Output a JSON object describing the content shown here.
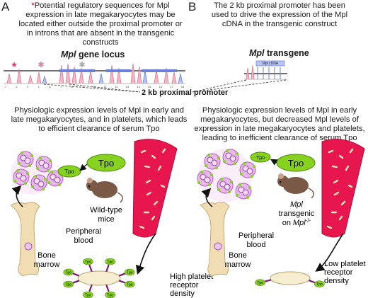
{
  "panel_a": {
    "letter": "A",
    "note_star": "*",
    "note": "Potential regulatory sequences for Mpl expression in late megakaryocytes may be located either outside the proximal promoter or in introns that are absent in the transgenic constructs",
    "locus_title_gene": "Mpl",
    "locus_title_rest": " gene locus",
    "description": "Physiologic expression levels of Mpl in early and late megakaryocytes, and in platelets, which leads to efficient clearance of serum Tpo",
    "tpo_big": "Tpo",
    "tpo_small": "Tpo",
    "mouse_label": "Wild-type mice",
    "blood_label": "Peripheral blood",
    "marrow_label": "Bone marrow",
    "density_label": "High platelet receptor density"
  },
  "panel_b": {
    "letter": "B",
    "note": "The 2 kb proximal promoter has been used to drive the expression of the Mpl cDNA in the transgenic construct",
    "transgene_gene": "Mpl",
    "transgene_rest": " transgene",
    "transgene_inset": "Mpl cDNA",
    "description": "Physiologic expression levels of Mpl in early megakaryocytes, but decreased Mpl levels of expression in late megakaryocytes and platelets, leading to inefficient clearance of serum Tpo",
    "tpo_big": "Tpo",
    "tpo_small": "Tpo",
    "mouse_gene": "Mpl",
    "mouse_label_1": "transgenic",
    "mouse_label_2": "on ",
    "mouse_label_3": "Mpl",
    "mouse_label_sup": "-/-",
    "blood_label": "Peripheral blood",
    "marrow_label": "Bone marrow",
    "density_label": "Low platelet receptor density"
  },
  "promoter_label": "2 kb proximal promoter",
  "platelet_tpo": "Tpo",
  "locus_ticks": [
    "7",
    "2",
    "3",
    "1",
    "6",
    "7",
    "8",
    "9",
    "10",
    "11",
    "12",
    "13",
    "14",
    "15",
    "16",
    "17",
    "18"
  ],
  "colors": {
    "blood_vessel": "#e8164f",
    "tpo_green": "#86d21f",
    "platelet_fill": "#f7eed2",
    "receptor": "#7a1a6b",
    "megakaryocyte": "#d98de0",
    "bone": "#f1ddb4",
    "star": "#e0307a",
    "arrow": "#111111"
  }
}
